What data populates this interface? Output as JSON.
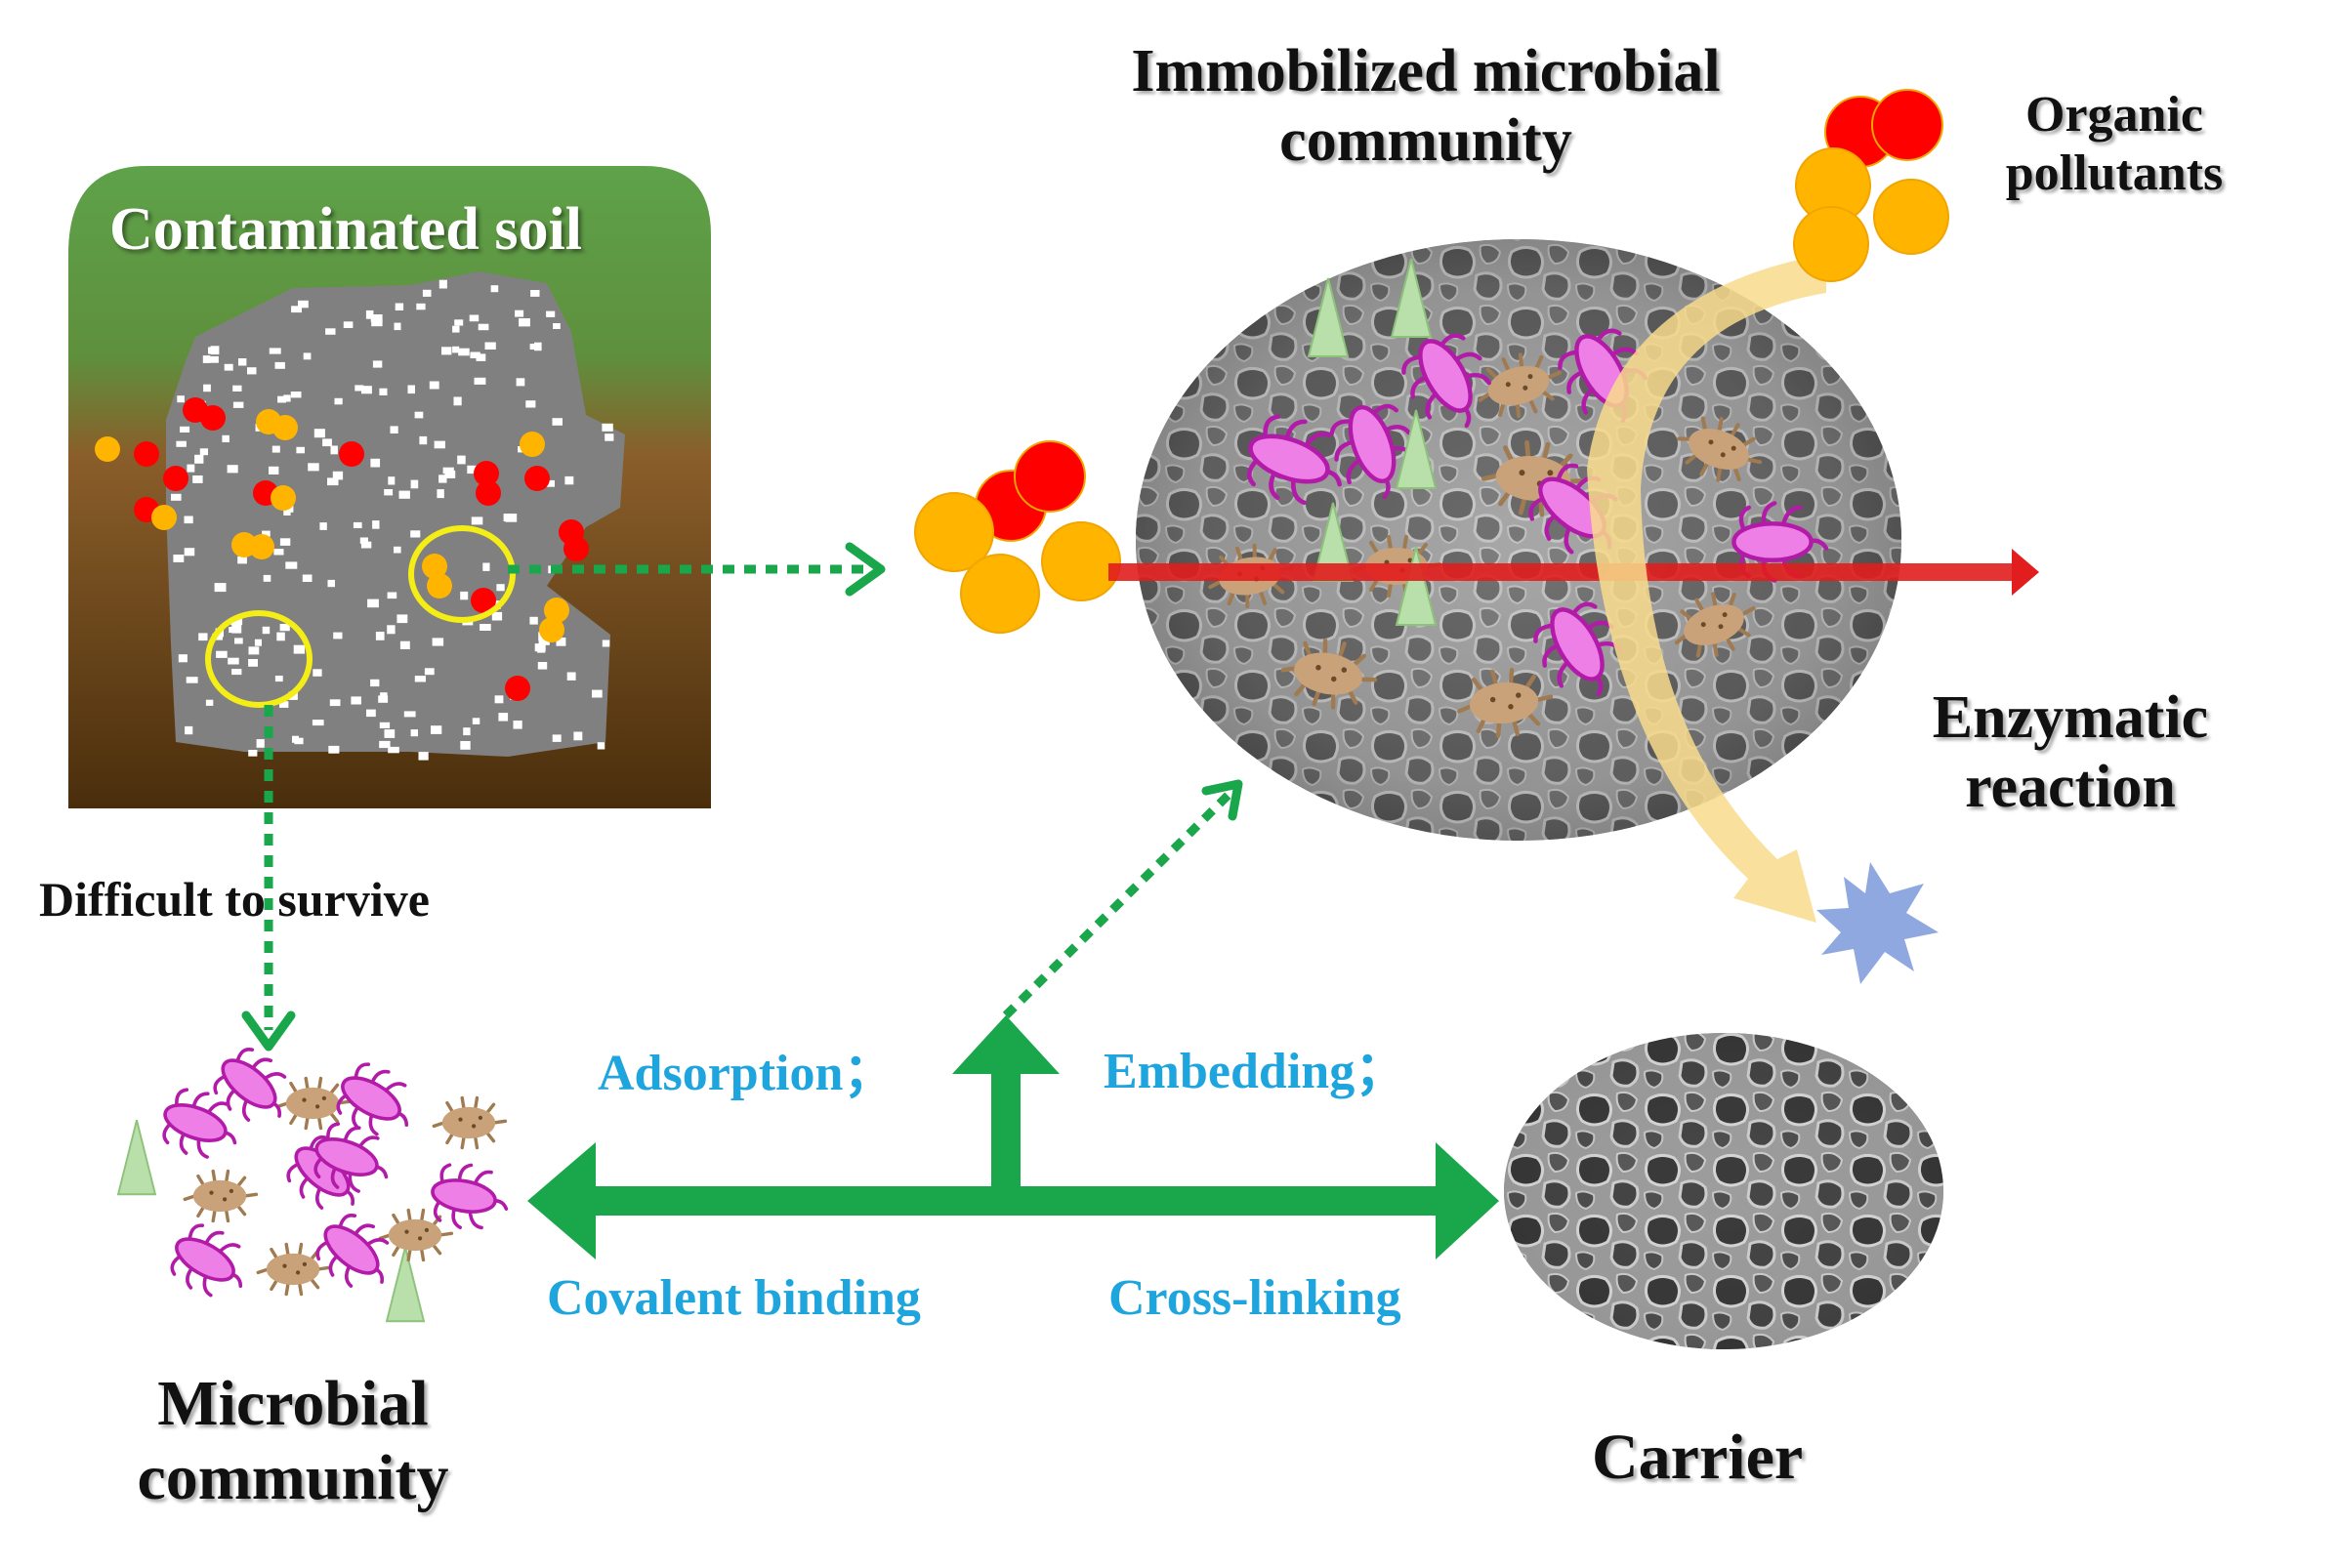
{
  "labels": {
    "contaminated_soil": "Contaminated soil",
    "immobilized_title_line1": "Immobilized microbial",
    "immobilized_title_line2": "community",
    "organic_line1": "Organic",
    "organic_line2": "pollutants",
    "enzymatic_line1": "Enzymatic",
    "enzymatic_line2": "reaction",
    "difficult": "Difficult to survive",
    "adsorption": "Adsorption；",
    "embedding": "Embedding；",
    "covalent": "Covalent binding",
    "crosslinking": "Cross-linking",
    "microbial_line1": "Microbial",
    "microbial_line2": "community",
    "carrier": "Carrier"
  },
  "colors": {
    "connector_green": "#1aa64a",
    "method_text_blue": "#1fa5dd",
    "reaction_arrow_red": "#e11d1d",
    "degradation_arrow": "#f8dc8c",
    "pollutant_red": "#ff0000",
    "pollutant_orange": "#ffb400",
    "product_star": "#8fa8e0",
    "microbe_pink": "#ee7fe6",
    "microbe_brown": "#c9a27a",
    "soil_grass": "#5ea24a",
    "soil_earth": "#5b3a12",
    "soil_particle": "#808080"
  },
  "icons": [
    "microbe-rod-icon",
    "microbe-brown-icon",
    "triangle-cell-icon",
    "pollutant-molecule-icon",
    "product-star-icon",
    "porous-carrier-icon"
  ]
}
